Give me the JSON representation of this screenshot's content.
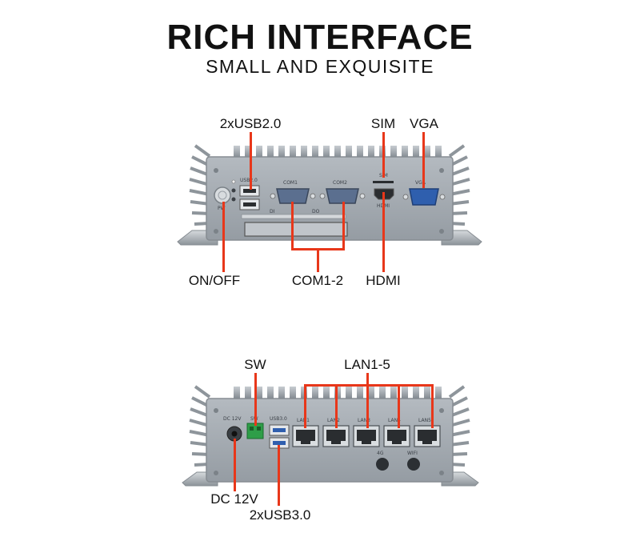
{
  "heading": {
    "title": "RICH INTERFACE",
    "subtitle": "SMALL AND EXQUISITE"
  },
  "top_panel": {
    "callouts": {
      "usb2": "2xUSB2.0",
      "sim": "SIM",
      "vga": "VGA",
      "power": "ON/OFF",
      "com": "COM1-2",
      "hdmi": "HDMI"
    },
    "printed": {
      "usb": "USB2.0",
      "com1": "COM1",
      "com2": "COM2",
      "sim": "SIM",
      "vga": "VGA",
      "hdmi": "HDMI",
      "pw": "PW",
      "di": "DI",
      "do": "DO"
    }
  },
  "bottom_panel": {
    "callouts": {
      "sw": "SW",
      "lan": "LAN1-5",
      "dc": "DC 12V",
      "usb3": "2xUSB3.0"
    },
    "printed": {
      "dc": "DC 12V",
      "sw": "SW",
      "usb": "USB3.0",
      "lan1": "LAN1",
      "lan2": "LAN2",
      "lan3": "LAN3",
      "lan4": "LAN4",
      "lan5": "LAN5",
      "ant1": "4G",
      "ant2": "WIFI"
    }
  },
  "colors": {
    "accent": "#e8371a",
    "chassis": "#9aa1a8",
    "port_blue": "#2f5fae"
  }
}
